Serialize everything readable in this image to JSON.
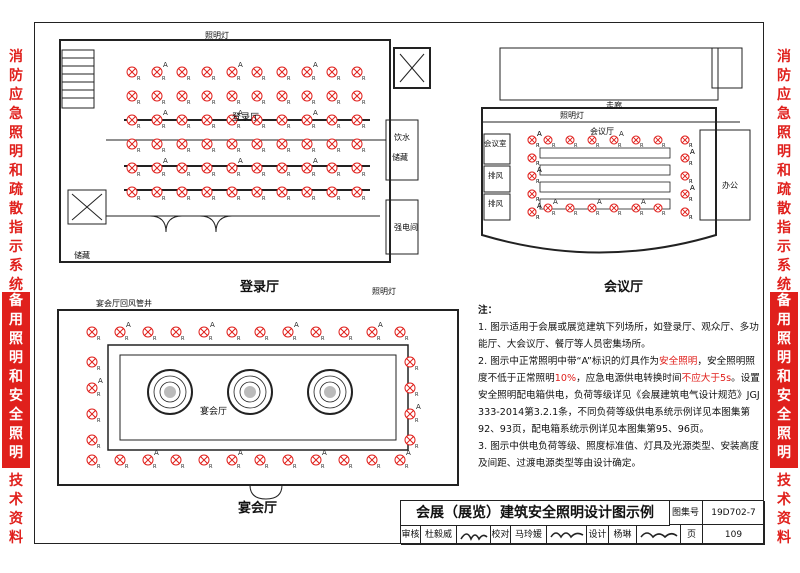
{
  "side_left": {
    "top": [
      "消",
      "防",
      "应",
      "急",
      "照",
      "明",
      "和",
      "疏",
      "散",
      "指",
      "示",
      "系",
      "统"
    ],
    "mid": [
      "备",
      "用",
      "照",
      "明",
      "和",
      "安",
      "全",
      "照",
      "明"
    ],
    "bot": [
      "技",
      "术",
      "资",
      "料"
    ]
  },
  "side_right": {
    "top": [
      "消",
      "防",
      "应",
      "急",
      "照",
      "明",
      "和",
      "疏",
      "散",
      "指",
      "示",
      "系",
      "统"
    ],
    "mid": [
      "备",
      "用",
      "照",
      "明",
      "和",
      "安",
      "全",
      "照",
      "明"
    ],
    "bot": [
      "技",
      "术",
      "资",
      "料"
    ]
  },
  "plans": {
    "registration": {
      "caption": "登录厅",
      "hall_label": "登录厅",
      "lamp_label": "照明灯",
      "storage1": "储藏",
      "storage2": "储藏",
      "water": "饮水",
      "elec": "强电间"
    },
    "meeting": {
      "caption": "会议厅",
      "lamp_label": "照明灯",
      "corridor": "走廊",
      "hall": "会议厅",
      "room1": "会议室",
      "room2": "排风",
      "room3": "排风",
      "office": "办公"
    },
    "banquet": {
      "caption": "宴会厅",
      "hall": "宴会厅",
      "lamp_label": "照明灯",
      "shaft": "宴会厅回风管井"
    },
    "marker_a": "A",
    "marker_r": "R"
  },
  "notes": {
    "heading": "注：",
    "n1": "1. 图示适用于会展或展览建筑下列场所，如登录厅、观众厅、多功能厅、大会议厅、餐厅等人员密集场所。",
    "n2a": "2. 图示中正常照明中带“A”标识的灯具作为",
    "n2b": "安全照明",
    "n2c": "，安全照明照度不低于正常照明",
    "n2d": "10%",
    "n2e": "，应急电源供电转换时间",
    "n2f": "不应大于5s",
    "n2g": "。设置安全照明配电箱供电，负荷等级详见《会展建筑电气设计规范》JGJ 333-2014第3.2.1条，不同负荷等级供电系统示例详见本图集第92、93页，配电箱系统示例详见本图集第95、96页。",
    "n3": "3. 图示中供电负荷等级、照度标准值、灯具及光源类型、安装高度及间距、过渡电源类型等由设计确定。"
  },
  "title_block": {
    "title": "会展（展览）建筑安全照明设计图示例",
    "atlas_label": "图集号",
    "atlas_no": "19D702-7",
    "review_label": "审核",
    "reviewer": "杜毅威",
    "check_label": "校对",
    "checker": "马玲媛",
    "design_label": "设计",
    "designer": "杨琳",
    "page_label": "页",
    "page_no": "109"
  }
}
